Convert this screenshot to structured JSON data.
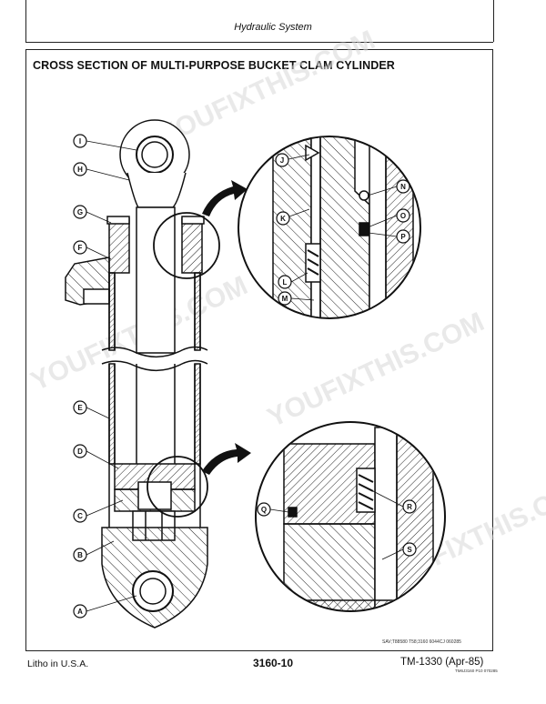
{
  "header": {
    "section": "Hydraulic System"
  },
  "figure": {
    "title": "CROSS SECTION OF MULTI-PURPOSE BUCKET CLAM CYLINDER",
    "code": "SAV;T88580   T58;3160   6044CJ  060285"
  },
  "callouts": {
    "A": "A",
    "B": "B",
    "C": "C",
    "D": "D",
    "E": "E",
    "F": "F",
    "G": "G",
    "H": "H",
    "I": "I",
    "J": "J",
    "K": "K",
    "L": "L",
    "M": "M",
    "N": "N",
    "O": "O",
    "P": "P",
    "Q": "Q",
    "R": "R",
    "S": "S"
  },
  "watermark": {
    "text": "YOUFIXTHIS.COM"
  },
  "footer": {
    "left": "Litho in U.S.A.",
    "page": "3160-10",
    "doc": "TM-1330 (Apr-85)",
    "doc_small": "TM6J3160  P10  070285"
  }
}
